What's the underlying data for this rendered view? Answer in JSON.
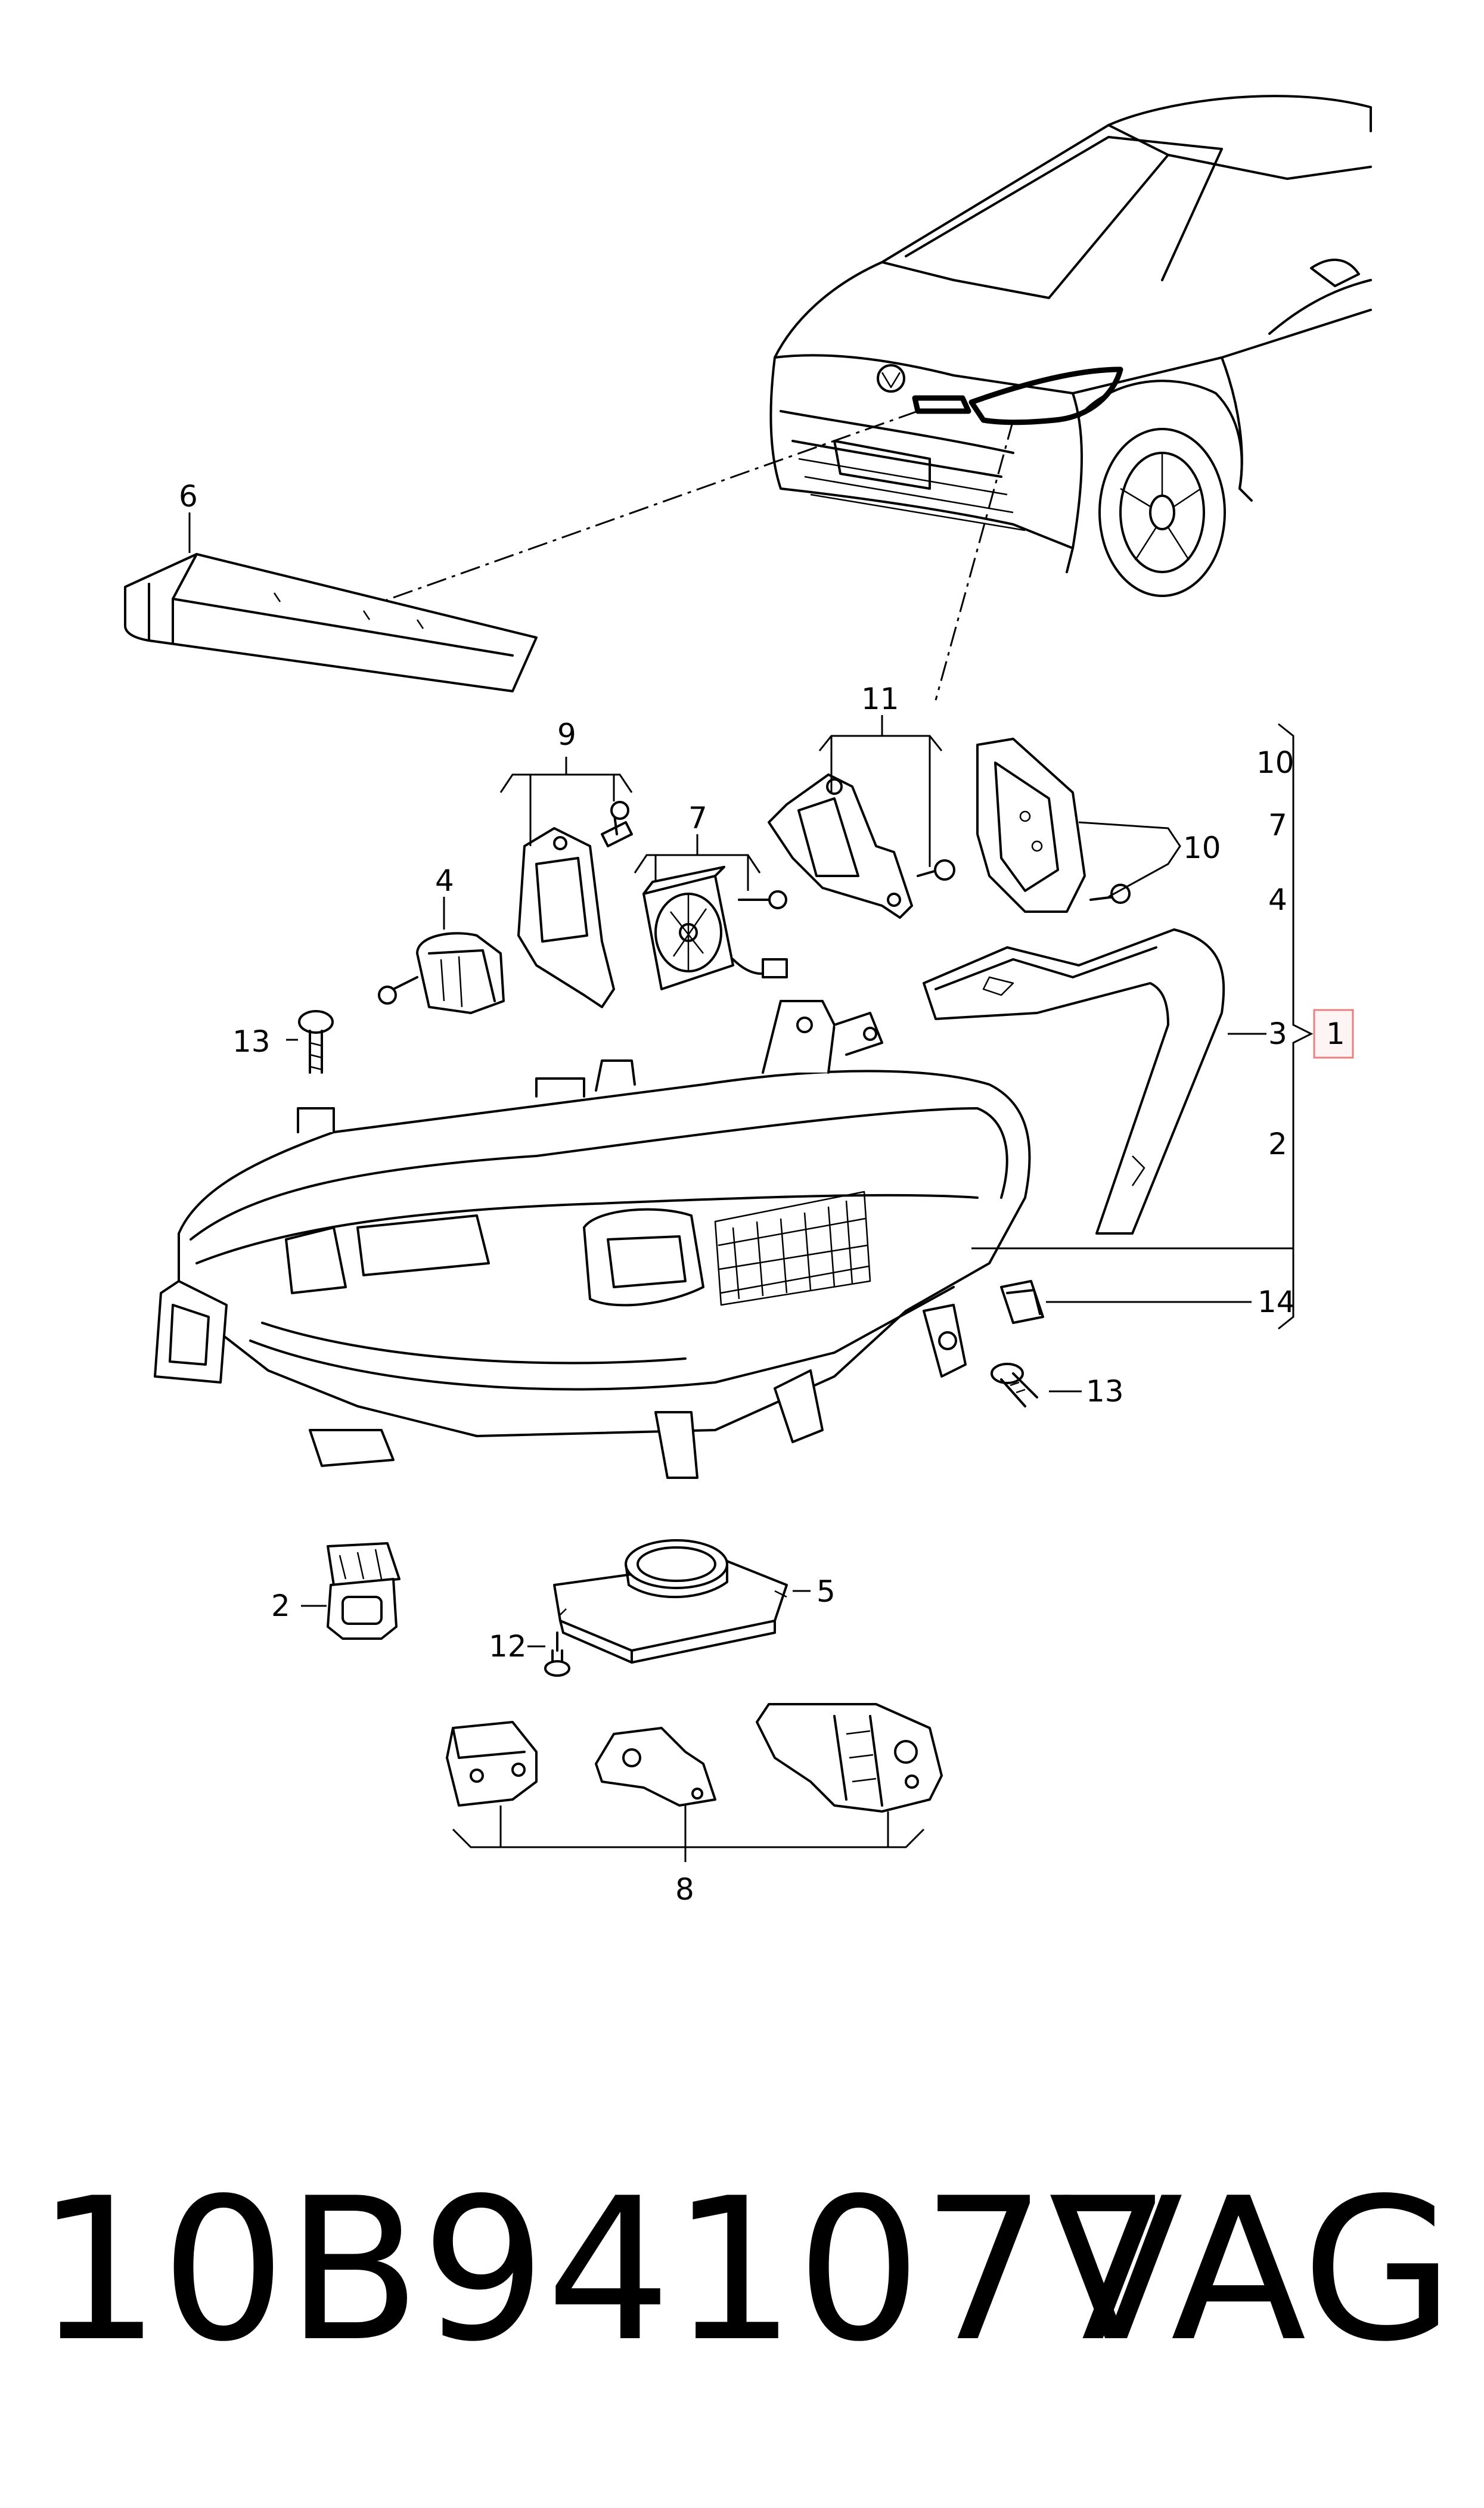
{
  "callouts": {
    "c1": "1",
    "c2a": "2",
    "c2b": "2",
    "c3": "3",
    "c4a": "4",
    "c4b": "4",
    "c5": "5",
    "c6": "6",
    "c7a": "7",
    "c7b": "7",
    "c8": "8",
    "c9": "9",
    "c10a": "10",
    "c10b": "10",
    "c11": "11",
    "c12": "12",
    "c13a": "13",
    "c13b": "13",
    "c14": "14"
  },
  "footer": {
    "part_number": "10B941077A",
    "brand": "VAG"
  }
}
